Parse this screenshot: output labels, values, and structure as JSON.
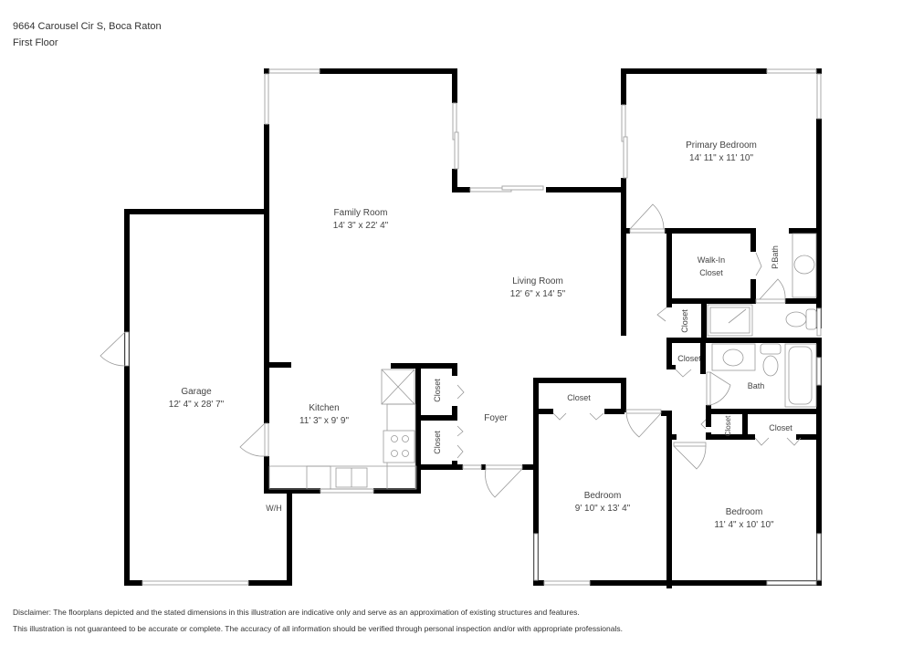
{
  "header": {
    "address": "9664 Carousel Cir S, Boca Raton",
    "floor": "First Floor"
  },
  "rooms": {
    "family_room": {
      "name": "Family Room",
      "dims": "14' 3\" x 22' 4\""
    },
    "living_room": {
      "name": "Living Room",
      "dims": "12' 6\" x 14' 5\""
    },
    "primary_bedroom": {
      "name": "Primary Bedroom",
      "dims": "14' 11\" x 11' 10\""
    },
    "garage": {
      "name": "Garage",
      "dims": "12' 4\" x 28' 7\""
    },
    "kitchen": {
      "name": "Kitchen",
      "dims": "11' 3\" x 9' 9\""
    },
    "foyer": {
      "name": "Foyer"
    },
    "bedroom_2": {
      "name": "Bedroom",
      "dims": "9' 10\" x 13' 4\""
    },
    "bedroom_3": {
      "name": "Bedroom",
      "dims": "11' 4\" x 10' 10\""
    },
    "walk_in_closet": {
      "line1": "Walk-In",
      "line2": "Closet"
    },
    "p_bath": {
      "name": "P.Bath"
    },
    "bath": {
      "name": "Bath"
    },
    "closet_label": "Closet",
    "wh": "W/H"
  },
  "disclaimer": {
    "line1": "Disclaimer: The floorplans depicted and the stated dimensions in this illustration are indicative only and serve as an approximation of existing structures and features.",
    "line2": "This illustration is not guaranteed to be accurate or complete. The accuracy of all information should be verified through personal inspection and/or with appropriate professionals."
  },
  "colors": {
    "wall": "#000000",
    "window": "#ffffff",
    "fixture_stroke": "#999999",
    "text": "#444444"
  }
}
